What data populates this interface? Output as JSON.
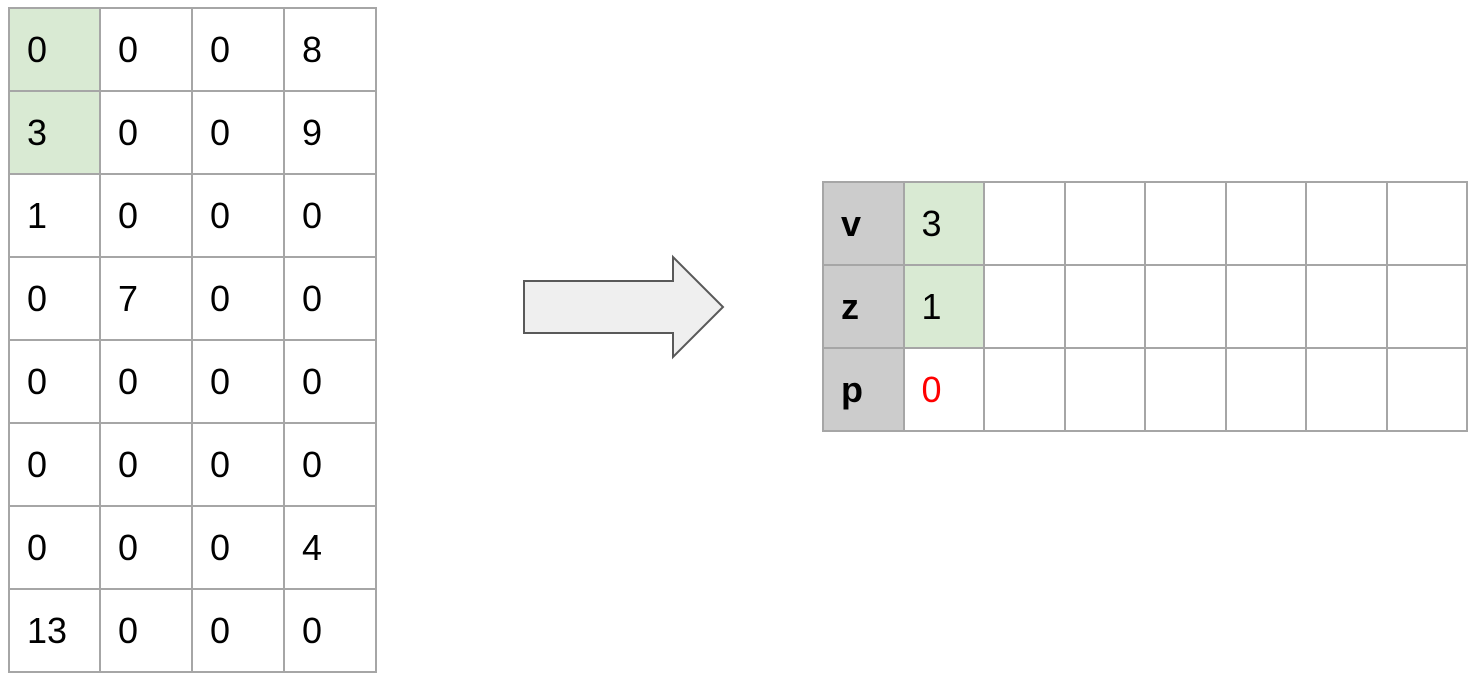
{
  "dense_matrix": {
    "rows": [
      [
        "0",
        "0",
        "0",
        "8"
      ],
      [
        "3",
        "0",
        "0",
        "9"
      ],
      [
        "1",
        "0",
        "0",
        "0"
      ],
      [
        "0",
        "7",
        "0",
        "0"
      ],
      [
        "0",
        "0",
        "0",
        "0"
      ],
      [
        "0",
        "0",
        "0",
        "0"
      ],
      [
        "0",
        "0",
        "0",
        "4"
      ],
      [
        "13",
        "0",
        "0",
        "0"
      ]
    ],
    "highlighted_cells": [
      [
        0,
        0
      ],
      [
        1,
        0
      ]
    ]
  },
  "sparse_table": {
    "rows": [
      {
        "label": "v",
        "cells": [
          "3",
          "",
          "",
          "",
          "",
          "",
          ""
        ]
      },
      {
        "label": "z",
        "cells": [
          "1",
          "",
          "",
          "",
          "",
          "",
          ""
        ]
      },
      {
        "label": "p",
        "cells": [
          "0",
          "",
          "",
          "",
          "",
          "",
          ""
        ]
      }
    ],
    "highlighted_cells": [
      [
        0,
        0
      ],
      [
        1,
        0
      ]
    ],
    "red_text_cells": [
      [
        2,
        0
      ]
    ]
  },
  "colors": {
    "cell_border": "#a6a6a6",
    "highlight_fill": "#d9ead3",
    "header_fill": "#cccccc",
    "red_text": "#ff0000",
    "arrow_fill": "#efefef",
    "arrow_stroke": "#595959"
  },
  "arrow_icon": "right-arrow-icon"
}
